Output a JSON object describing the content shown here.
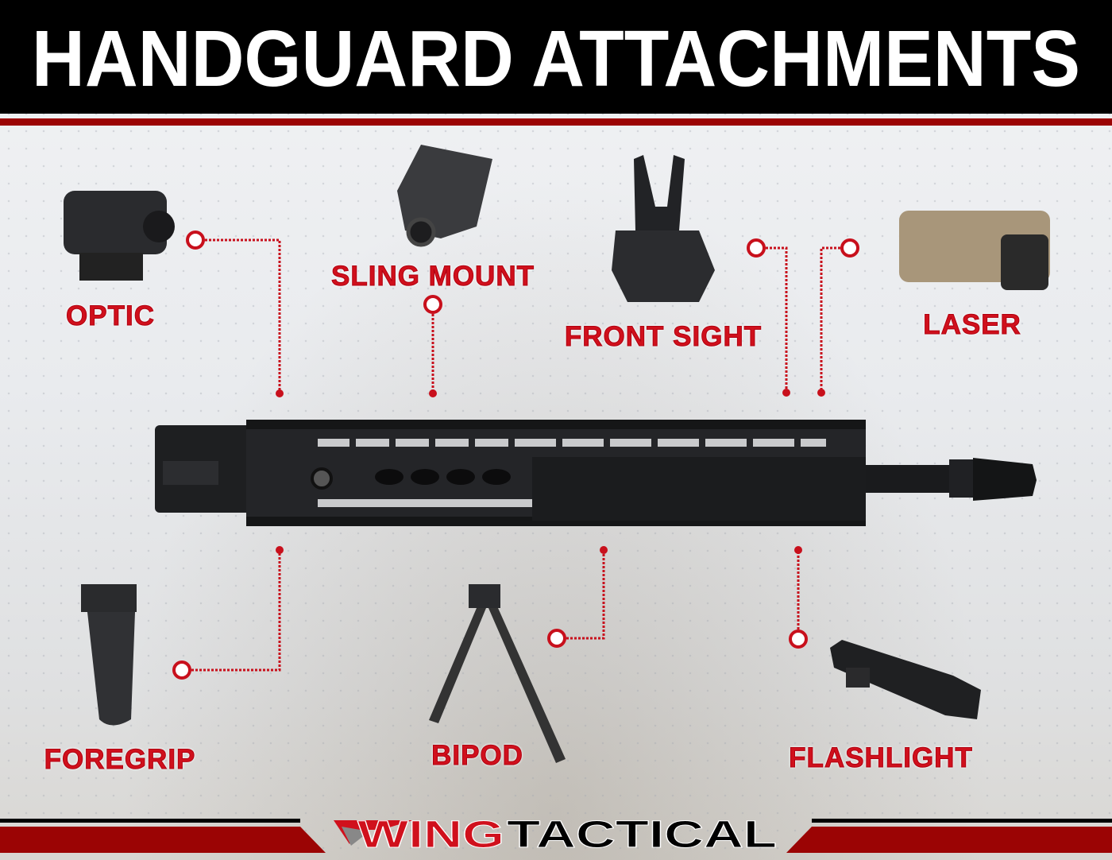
{
  "title": "HANDGUARD ATTACHMENTS",
  "labels": {
    "optic": "OPTIC",
    "sling_mount": "SLING MOUNT",
    "front_sight": "FRONT SIGHT",
    "laser": "LASER",
    "foregrip": "FOREGRIP",
    "bipod": "BIPOD",
    "flashlight": "FLASHLIGHT"
  },
  "logo": {
    "part1": "WING",
    "part2": "TACTICAL"
  },
  "colors": {
    "accent": "#d0101c",
    "band": "#9b0404",
    "header": "#000000"
  }
}
